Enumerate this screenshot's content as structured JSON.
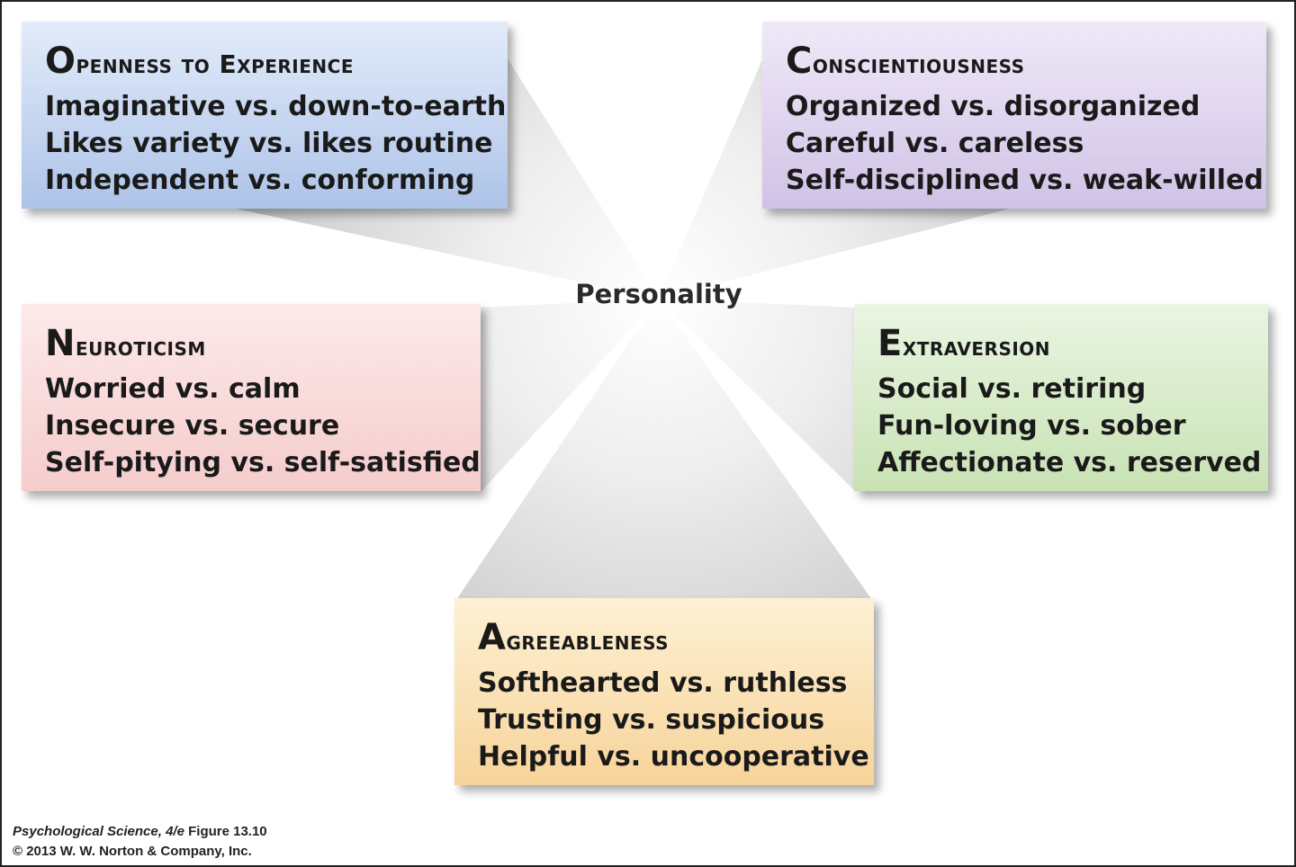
{
  "center": {
    "label": "Personality"
  },
  "traits": [
    {
      "title": "Openness to Experience",
      "lines": [
        "Imaginative vs. down-to-earth",
        "Likes variety vs. likes routine",
        "Independent vs. conforming"
      ],
      "color": "#adc3e8"
    },
    {
      "title": "Conscientiousness",
      "lines": [
        "Organized vs. disorganized",
        "Careful vs. careless",
        "Self-disciplined vs. weak-willed"
      ],
      "color": "#d0c2e6"
    },
    {
      "title": "Neuroticism",
      "lines": [
        "Worried vs. calm",
        "Insecure vs. secure",
        "Self-pitying vs. self-satisfied"
      ],
      "color": "#f5cccc"
    },
    {
      "title": "Extraversion",
      "lines": [
        "Social vs. retiring",
        "Fun-loving vs. sober",
        "Affectionate vs. reserved"
      ],
      "color": "#c8e2b4"
    },
    {
      "title": "Agreeableness",
      "lines": [
        "Softhearted vs. ruthless",
        "Trusting vs. suspicious",
        "Helpful vs. uncooperative"
      ],
      "color": "#f7d39a"
    }
  ],
  "credit": {
    "book": "Psychological Science, 4/e",
    "figure": "Figure 13.10",
    "copyright": "© 2013 W. W. Norton & Company, Inc."
  }
}
